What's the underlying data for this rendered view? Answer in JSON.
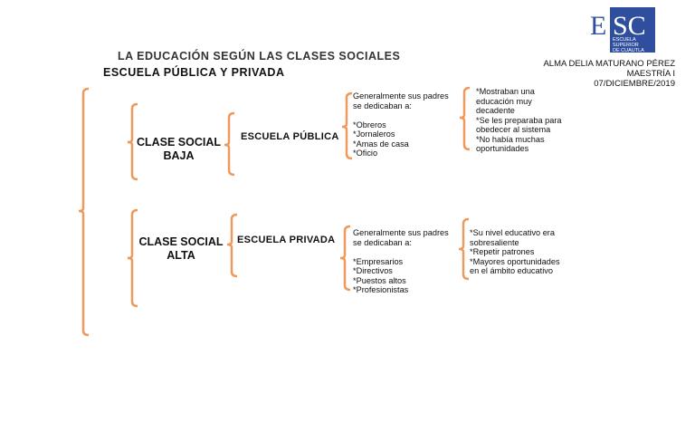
{
  "titles": {
    "main": "ESCUELA PÚBLICA Y PRIVADA",
    "overlap": "LA EDUCACIÓN SEGÚN LAS CLASES SOCIALES"
  },
  "header": {
    "logo_letters": "ESC",
    "logo_text": "ESCUELA SUPERIOR DE CUAUTLA",
    "author": "ALMA DELIA MATURANO PÉREZ",
    "program": "MAESTRÍA I",
    "date": "07/DICIEMBRE/2019"
  },
  "colors": {
    "bracket": "#ee9a5c",
    "logo_bg": "#2f4f9e"
  },
  "branches": [
    {
      "class": "CLASE SOCIAL BAJA",
      "school": "ESCUELA PÚBLICA",
      "parents": "Generalmente sus padres\nse dedicaban a:\n\n*Obreros\n*Jornaleros\n*Amas de casa\n*Oficio",
      "traits": "*Mostraban una\neducación muy\ndecadente\n*Se les preparaba para\nobedecer al sistema\n*No había muchas\noportunidades"
    },
    {
      "class": "CLASE SOCIAL ALTA",
      "school": "ESCUELA PRIVADA",
      "parents": "Generalmente sus padres\nse dedicaban a:\n\n*Empresarios\n*Directivos\n*Puestos altos\n*Profesionistas",
      "traits": "*Su nivel educativo era\nsobresaliente\n*Repetir patrones\n*Mayores oportunidades\nen el ámbito educativo"
    }
  ]
}
